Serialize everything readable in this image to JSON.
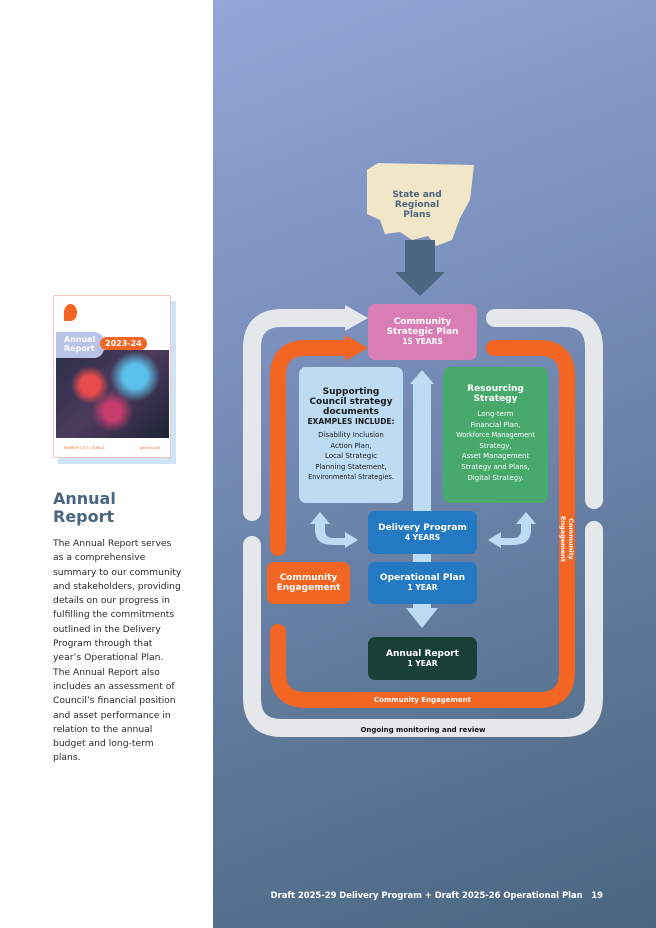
{
  "left": {
    "cover": {
      "title_line1": "Annual",
      "title_line2": "Report",
      "year": "2023-24",
      "footer_left": "PENRITH CITY COUNCIL",
      "footer_right": "penrith.city"
    },
    "title_line1": "Annual",
    "title_line2": "Report",
    "body": "The Annual Report serves as a comprehensive summary to our community and stakeholders, providing details on our progress in fulfilling the commitments outlined in the Delivery Program through that year’s Operational Plan. The Annual Report also includes an assessment of Council’s financial position and asset performance in relation to the annual budget and long-term plans."
  },
  "diagram": {
    "state": {
      "l1": "State and",
      "l2": "Regional",
      "l3": "Plans"
    },
    "csp": {
      "l1": "Community",
      "l2": "Strategic Plan",
      "sub": "15 YEARS"
    },
    "supporting": {
      "l1": "Supporting",
      "l2": "Council strategy",
      "l3": "documents",
      "sub": "EXAMPLES INCLUDE:",
      "items": [
        "Disability Inclusion",
        "Action Plan,",
        "Local Strategic",
        "Planning Statement,",
        "Environmental Strategies."
      ]
    },
    "resourcing": {
      "l1": "Resourcing",
      "l2": "Strategy",
      "items": [
        "Long-term",
        "Financial Plan,",
        "Workforce Management",
        "Strategy,",
        "Asset Management",
        "Strategy and Plans,",
        "Digital Strategy."
      ]
    },
    "delivery": {
      "title": "Delivery Program",
      "sub": "4 YEARS"
    },
    "operational": {
      "title": "Operational Plan",
      "sub": "1 YEAR"
    },
    "annual": {
      "title": "Annual Report",
      "sub": "1 YEAR"
    },
    "engagement_box": {
      "l1": "Community",
      "l2": "Engagement"
    },
    "engagement_bottom": "Community Engagement",
    "engagement_side": "Community Engagement",
    "monitoring": "Ongoing monitoring and review",
    "colors": {
      "pink": "#d97eb5",
      "lightblue": "#bddcf4",
      "green": "#48a96d",
      "blue": "#2479c3",
      "dark": "#1a3f37",
      "orange": "#f26522",
      "gray": "#e6e7ea"
    }
  },
  "footer": {
    "text": "Draft 2025-29 Delivery Program + Draft 2025-26 Operational Plan",
    "page": "19"
  }
}
